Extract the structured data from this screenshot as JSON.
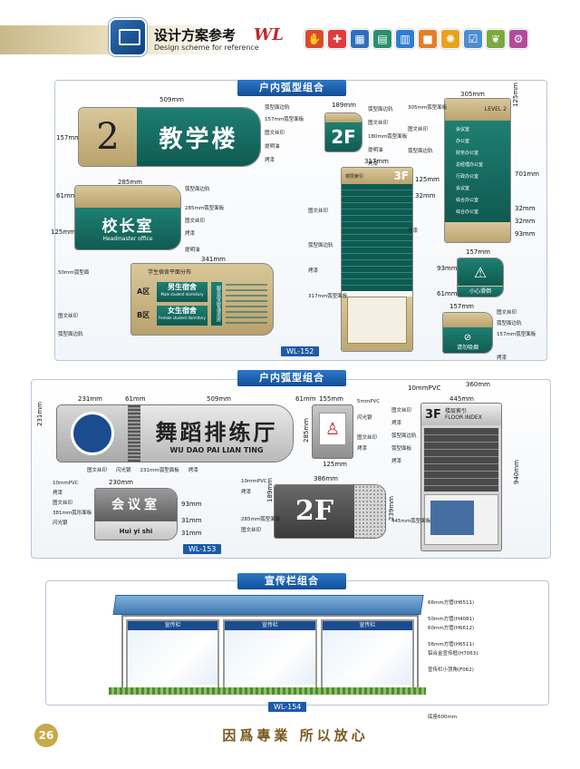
{
  "header": {
    "title": "设计方案参考",
    "subtitle": "Design scheme for reference",
    "brand": "WL",
    "icon_colors": [
      "#d94b2b",
      "#e23b3b",
      "#2e6fc0",
      "#2a8f6e",
      "#2c7fd1",
      "#e47e25",
      "#e9a21d",
      "#4c8ed0",
      "#7aa93d",
      "#b24b9a"
    ]
  },
  "section1": {
    "title": "户内弧型组合",
    "code": "WL-152",
    "sign_a": {
      "number": "2",
      "text": "教学楼",
      "w": "509mm",
      "h": "157mm",
      "labels": [
        "弧型面边轨",
        "157mm弧型面板",
        "图文丝印",
        "提明油",
        "烤漆"
      ]
    },
    "sign_b": {
      "text": "校长室",
      "en": "Headmaster office",
      "w": "285mm",
      "h1": "61mm",
      "h2": "125mm",
      "labels": [
        "弧型面边轨",
        "285mm弧型面板",
        "图文丝印",
        "烤漆",
        "提明油"
      ]
    },
    "sign_c": {
      "w": "341mm",
      "h": "50mm",
      "zone_a": "A区",
      "zone_b": "B区",
      "row_a": "男生宿舍",
      "row_a_en": "Male student dormitory",
      "row_b": "女生宿舍",
      "row_b_en": "Female student dormitory",
      "header": "学生宿舍平面分布",
      "vertical": "服务用品管理用房",
      "labels": [
        "50mm弧型面",
        "图文丝印",
        "弧型面边轨"
      ]
    },
    "sign_d": {
      "text": "2F",
      "w": "189mm",
      "h": "180mm",
      "labels": [
        "弧型面边轨",
        "图文丝印",
        "180mm弧型面板",
        "提明油",
        "烤漆"
      ]
    },
    "sign_e": {
      "title": "楼层索引",
      "w": "317mm",
      "h1": "125mm",
      "h2": "32mm",
      "floor": "3F",
      "labels": [
        "图文丝印",
        "弧型面边轨",
        "烤漆",
        "317mm弧型面板"
      ]
    },
    "sign_f": {
      "level": "LEVEL 2",
      "w": "305mm",
      "h1": "125mm",
      "h2": "701mm",
      "h3": "32mm",
      "h4": "32mm",
      "h5": "93mm",
      "rooms": [
        "会议室",
        "办公室",
        "财务办公室",
        "总经理办公室",
        "行政办公室",
        "会议室",
        "综合办公室",
        "综合办公室"
      ],
      "labels": [
        "305mm弧型面板",
        "图文丝印",
        "弧型面边轨",
        "烤漆"
      ]
    },
    "sign_g": {
      "text": "小心滑倒",
      "w": "157mm",
      "h1": "93mm",
      "h2": "61mm"
    },
    "sign_h": {
      "text": "请勿吸烟",
      "w": "157mm",
      "labels": [
        "图文丝印",
        "弧型面边轨",
        "157mm弧型面板",
        "烤漆"
      ]
    }
  },
  "section2": {
    "title": "户内弧型组合",
    "code": "WL-153",
    "sign_a": {
      "cn": "舞蹈排练厅",
      "en": "WU DAO PAI LIAN TING",
      "w1": "231mm",
      "w2": "61mm",
      "w3": "509mm",
      "h": "231mm",
      "labels": [
        "图文丝印",
        "闪光银",
        "231mm弧型面板",
        "烤漆",
        "烤漆"
      ]
    },
    "sign_b": {
      "cn": "会议室",
      "en": "Hui yi shi",
      "w": "230mm",
      "h1": "93mm",
      "h2": "31mm",
      "h3": "31mm",
      "labels": [
        "10mmPVC",
        "烤漆",
        "图文丝印",
        "381mm弧形面板",
        "闪光银"
      ],
      "w2": "381mm"
    },
    "sign_c": {
      "text": "2F",
      "w": "386mm",
      "h1": "189mm",
      "h2": "239mm",
      "labels": [
        "10mmPVC",
        "烤漆",
        "285mm弧型面板",
        "图文丝印"
      ],
      "w2": "285mm"
    },
    "sign_d": {
      "w": "155mm",
      "h": "285mm",
      "w2": "125mm",
      "top": "61mm",
      "labels": [
        "5mmPVC",
        "闪光银",
        "图文丝印",
        "烤漆"
      ]
    },
    "sign_e": {
      "title": "楼层索引",
      "en": "FLOOR INDEX",
      "floor": "3F",
      "w": "360mm",
      "w2": "445mm",
      "h": "940mm",
      "pvc": "10mmPVC",
      "labels": [
        "图文丝印",
        "烤漆",
        "弧型面边轨",
        "弧型面板",
        "烤漆",
        "445mm弧型面板"
      ]
    }
  },
  "section3": {
    "title": "宣传栏组合",
    "code": "WL-154",
    "panel_titles": [
      "宣传栏",
      "宣传栏",
      "宣传栏"
    ],
    "labels": [
      "66mm方管(H6511)",
      "50mm方管(H4081)",
      "60mm方管(H6612)",
      "56mm方管(H6511)",
      "铝合金宣传框(H7063)",
      "宣传栏小顶角(F062)",
      "底座600mm"
    ]
  },
  "footer": {
    "page": "26",
    "motto": "因爲專業 所以放心"
  }
}
